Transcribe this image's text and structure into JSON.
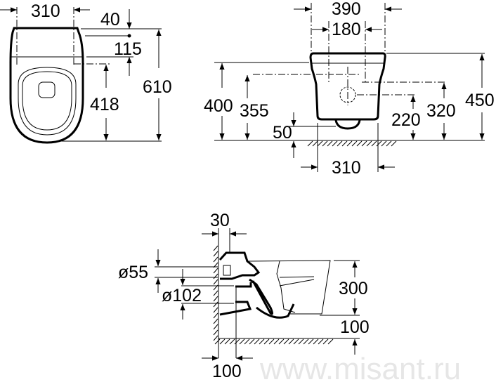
{
  "title": "Wall-hung toilet dimensional drawing",
  "watermark": "www.misant.ru",
  "top_view": {
    "width_310": "310",
    "offset_40": "40",
    "offset_115": "115",
    "length_418": "418",
    "length_610": "610"
  },
  "front_view": {
    "width_390": "390",
    "width_180": "180",
    "height_400": "400",
    "height_355": "355",
    "height_50": "50",
    "height_220": "220",
    "height_320": "320",
    "height_450": "450",
    "width_310": "310"
  },
  "side_view": {
    "depth_30": "30",
    "dia_55": "ø55",
    "dia_102": "ø102",
    "height_300": "300",
    "height_100": "100",
    "depth_100": "100"
  }
}
